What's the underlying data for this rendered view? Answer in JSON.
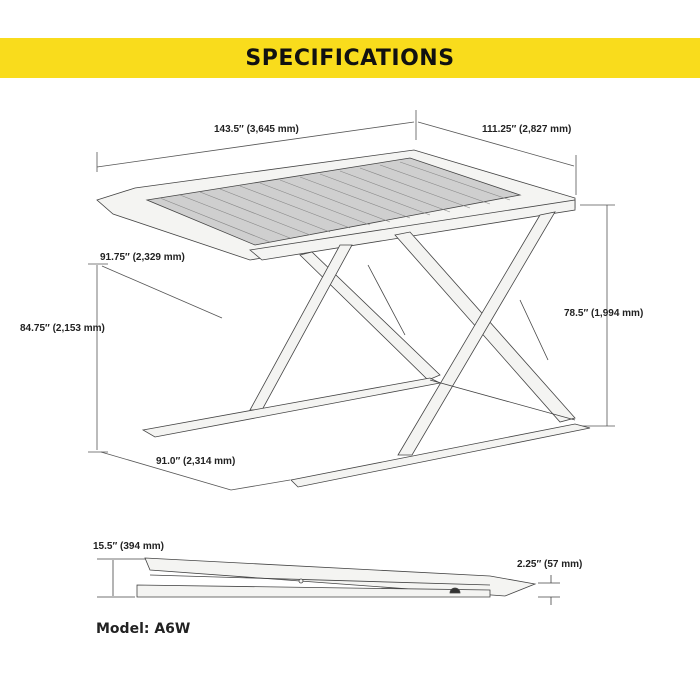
{
  "header": {
    "title": "SPECIFICATIONS",
    "color": "#f9dc1c"
  },
  "dimensions": {
    "length": "143.5″ (3,645 mm)",
    "width": "111.25″ (2,827 mm)",
    "platform_width": "91.75″ (2,329 mm)",
    "max_height": "84.75″ (2,153 mm)",
    "lift_height": "78.5″ (1,994 mm)",
    "base_width": "91.0″ (2,314 mm)",
    "collapsed_height": "15.5″ (394 mm)",
    "min_height": "2.25″ (57 mm)"
  },
  "model": "Model: A6W"
}
